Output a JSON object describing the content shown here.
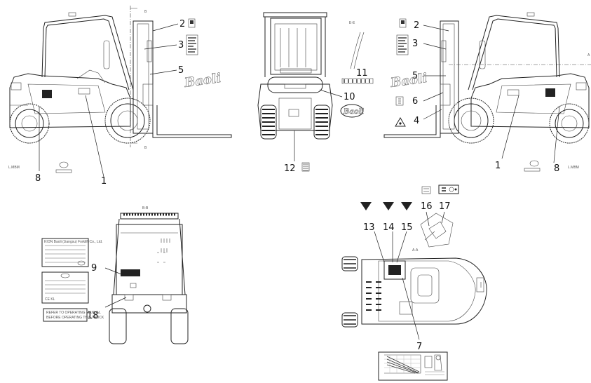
{
  "section_labels": {
    "b_top": "B",
    "b_bottom": "B",
    "e_e": "E-E",
    "a_right": "A",
    "b_b": "B-B",
    "a_a": "A-A"
  },
  "callouts": {
    "left_view": [
      "2",
      "3",
      "5",
      "8",
      "1"
    ],
    "front_view": [
      "11",
      "10",
      "12"
    ],
    "right_view": [
      "2",
      "3",
      "5",
      "6",
      "4",
      "1",
      "8"
    ],
    "rear_view": [
      "9",
      "18"
    ],
    "top_view": [
      "16",
      "17",
      "13",
      "14",
      "15",
      "7"
    ]
  },
  "brand": {
    "logo_text": "Baoli",
    "oval_logo_text": "Baoli",
    "stripe_text": "L.MBM"
  },
  "plate_text": {
    "plate_header": "KION Baoli (Jiangsu) Forklift Co., Ltd.",
    "notice_line1": "REFER TO OPERATING MANUAL",
    "notice_line2": "BEFORE OPERATING THIS TRUCK",
    "ce_mark": "CE KL"
  }
}
